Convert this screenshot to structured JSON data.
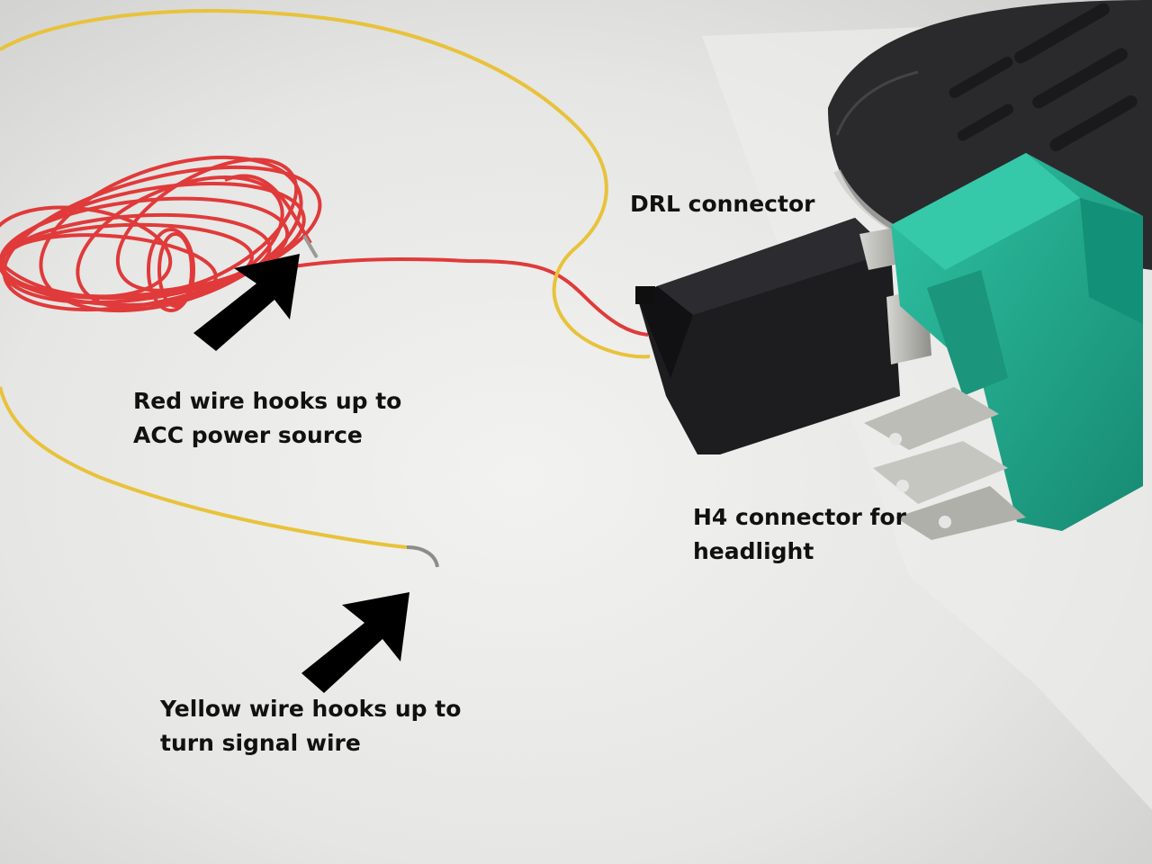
{
  "annotations": {
    "drl_connector": "DRL connector",
    "h4_connector": {
      "line1": "H4 connector for",
      "line2": "headlight"
    },
    "red_wire": {
      "line1": "Red wire hooks up to",
      "line2": "ACC power source"
    },
    "yellow_wire": {
      "line1": "Yellow wire hooks up to",
      "line2": "turn signal wire"
    }
  },
  "colors": {
    "background": "#e6e6e4",
    "red_wire": "#e03a3a",
    "yellow_wire": "#e8c23a",
    "connector_black": "#1d1d1f",
    "h4_teal": "#20a58a",
    "terminal_metal": "#b5b5b0",
    "headlight_housing": "#2a2a2c",
    "arrow": "#000000"
  },
  "icons": [
    "arrow-pointing-to-red-wire-end",
    "arrow-pointing-to-yellow-wire-end"
  ]
}
